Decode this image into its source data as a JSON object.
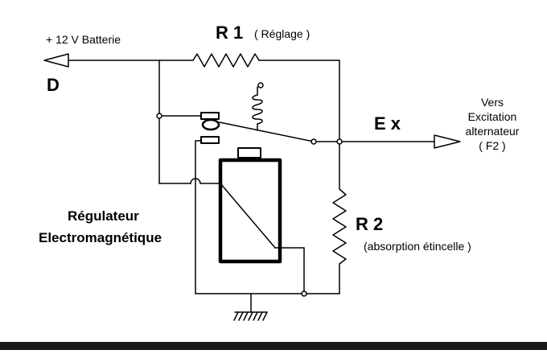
{
  "labels": {
    "battery": "+ 12 V Batterie",
    "d_terminal": "D",
    "r1": "R 1",
    "r1_note": "( Réglage )",
    "ex_terminal": "E x",
    "excitation_line1": "Vers",
    "excitation_line2": "Excitation",
    "excitation_line3": "alternateur",
    "excitation_line4": "( F2 )",
    "regulator_line1": "Régulateur",
    "regulator_line2": "Electromagnétique",
    "r2": "R 2",
    "r2_note": "(absorption étincelle )"
  },
  "colors": {
    "line": "#000000",
    "background": "#ffffff",
    "bottom_bar": "#1a1a1a"
  }
}
